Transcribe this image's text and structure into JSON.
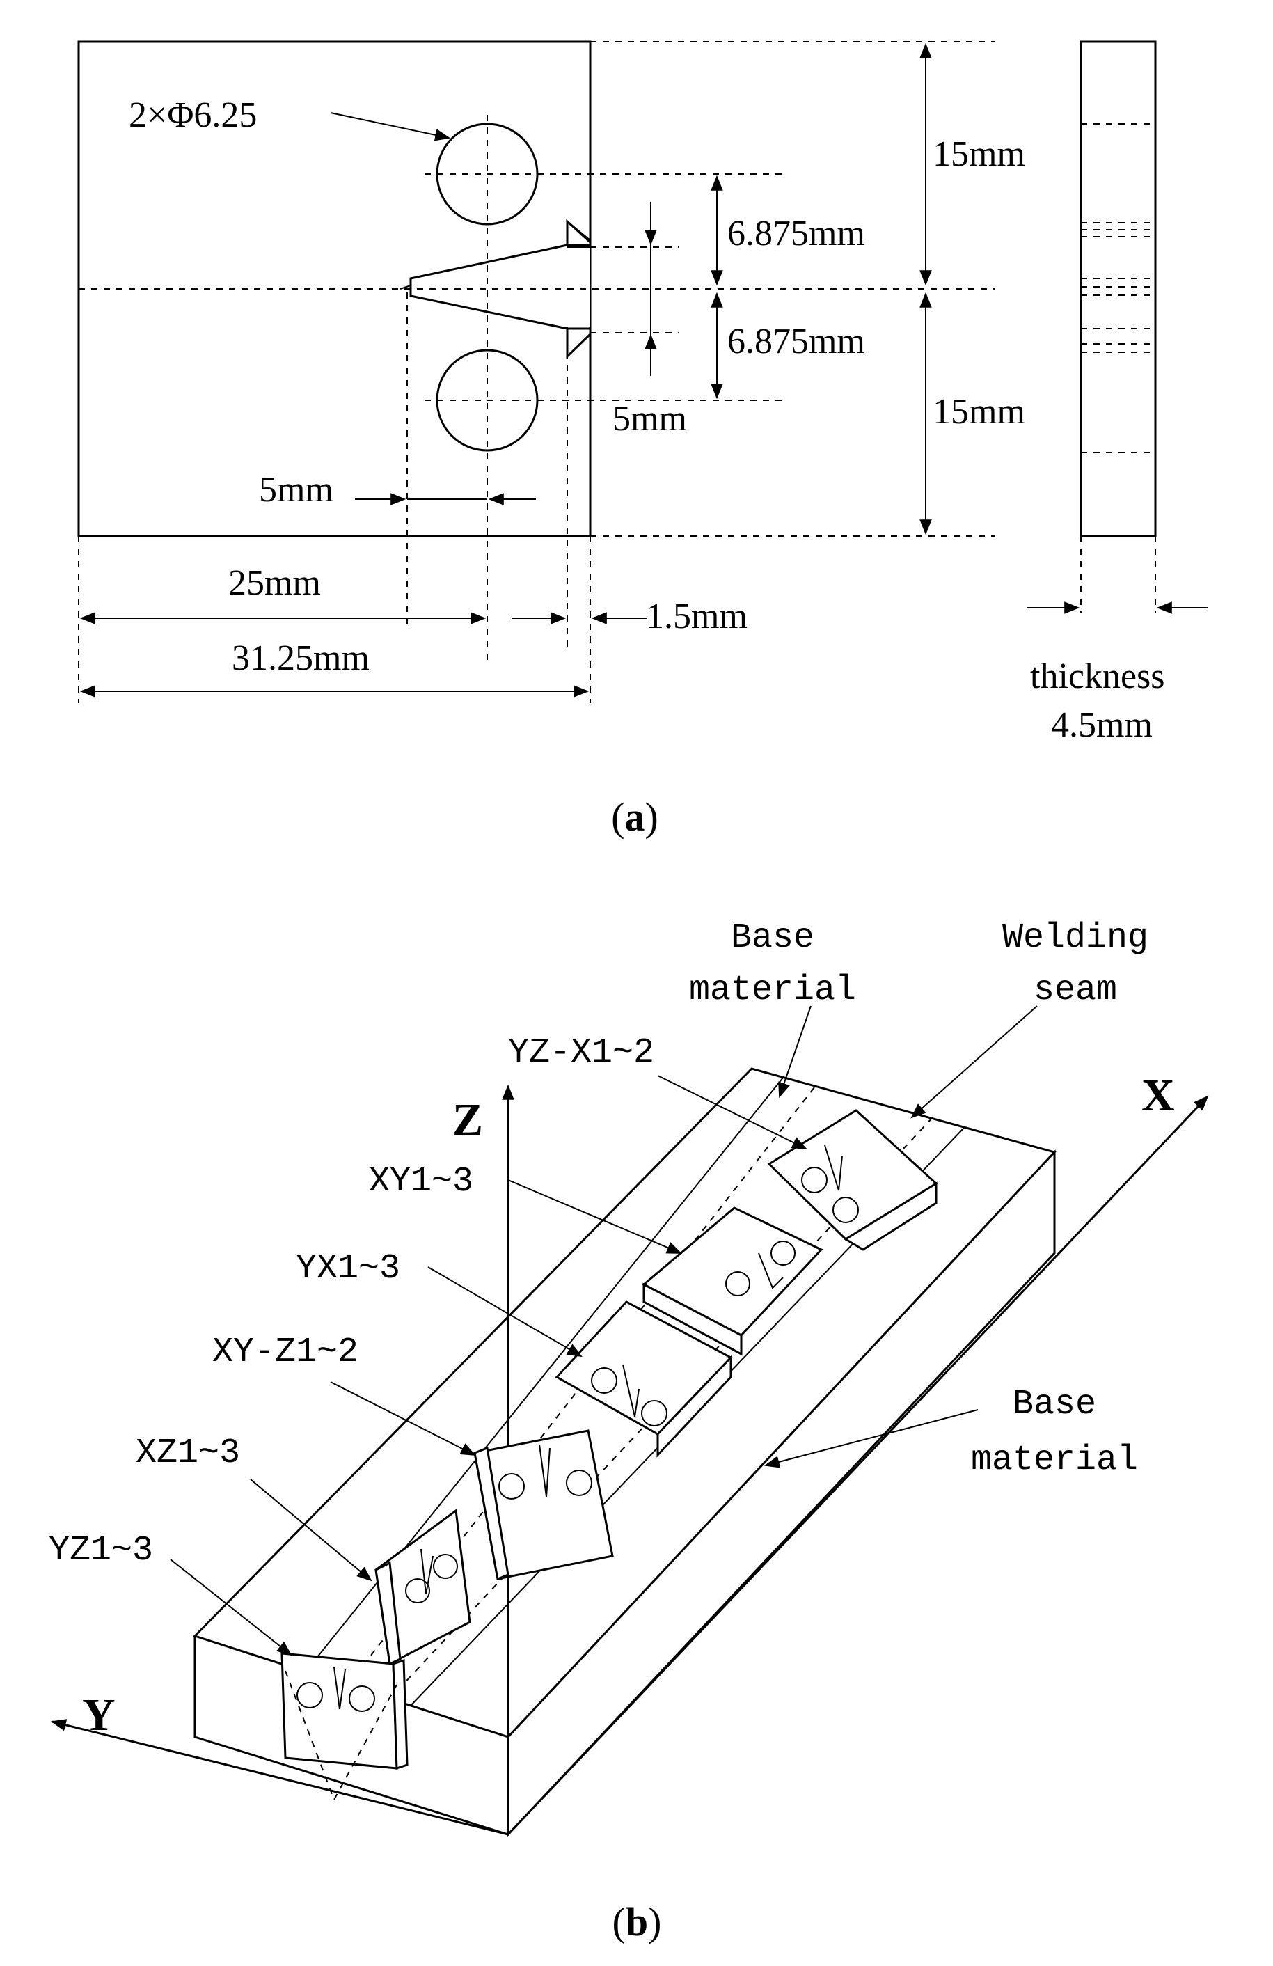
{
  "panel_a": {
    "hole_label": "2×Φ6.25",
    "dim_15_top": "15mm",
    "dim_6875_top": "6.875mm",
    "dim_6875_bottom": "6.875mm",
    "dim_15_bottom": "15mm",
    "dim_5_vertical": "5mm",
    "dim_5_horizontal": "5mm",
    "dim_25": "25mm",
    "dim_1_5": "1.5mm",
    "dim_31_25": "31.25mm",
    "thickness_word": "thickness",
    "thickness_value": "4.5mm",
    "caption_open": "(",
    "caption_letter": "a",
    "caption_close": ")"
  },
  "panel_b": {
    "base_material_top_1": "Base",
    "base_material_top_2": "material",
    "welding_seam_1": "Welding",
    "welding_seam_2": "seam",
    "base_material_side_1": "Base",
    "base_material_side_2": "material",
    "axis_x": "X",
    "axis_y": "Y",
    "axis_z": "Z",
    "specimens": [
      "YZ-X1~2",
      "XY1~3",
      "YX1~3",
      "XY-Z1~2",
      "XZ1~3",
      "YZ1~3"
    ],
    "caption_open": "(",
    "caption_letter": "b",
    "caption_close": ")"
  }
}
